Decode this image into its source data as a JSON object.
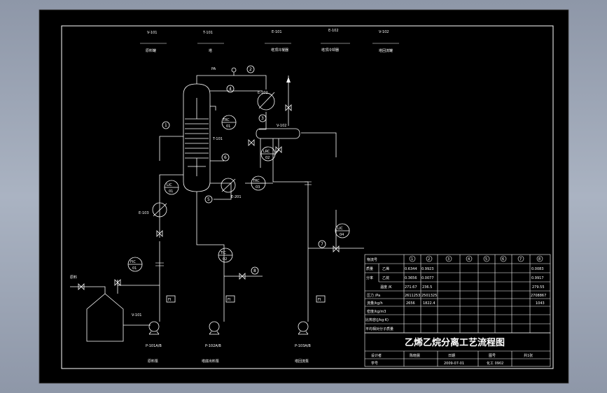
{
  "legend": [
    {
      "tag": "V-101",
      "name": "原料罐"
    },
    {
      "tag": "T-101",
      "name": "塔"
    },
    {
      "tag": "E-101",
      "name": "塔顶冷凝器"
    },
    {
      "tag": "E-102",
      "name": "塔顶冷却器"
    },
    {
      "tag": "V-102",
      "name": "塔回流罐"
    }
  ],
  "labels": {
    "pa": "PA",
    "feed": "原料",
    "tower": "T-101",
    "cond": "E-101",
    "reb": "E-201",
    "e102": "E-102",
    "e103": "E-103",
    "drum": "V-102",
    "tank": "V-101"
  },
  "instruments": [
    {
      "tag": "TRC",
      "num": "01"
    },
    {
      "tag": "LIC",
      "num": "01"
    },
    {
      "tag": "LRC",
      "num": "02"
    },
    {
      "tag": "FIC",
      "num": "01"
    },
    {
      "tag": "TIC",
      "num": "02"
    },
    {
      "tag": "TRC",
      "num": "03"
    },
    {
      "tag": "LIC",
      "num": "04"
    }
  ],
  "fi": "FI",
  "streams": [
    "1",
    "2",
    "3",
    "4",
    "5",
    "6",
    "7",
    "8"
  ],
  "pumps": [
    {
      "tag": "P-101A/B",
      "name": "原料泵"
    },
    {
      "tag": "P-102A/B",
      "name": "塔底出料泵"
    },
    {
      "tag": "P-103A/B",
      "name": "塔回流泵"
    }
  ],
  "table": {
    "header": [
      "物流号",
      "1",
      "2",
      "3",
      "4",
      "5",
      "6",
      "7",
      "8"
    ],
    "rows": [
      [
        "质量",
        "乙烯",
        "0.6344",
        "0.9923",
        "",
        "",
        "",
        "",
        "",
        "0.0083"
      ],
      [
        "分率",
        "乙烷",
        "0.3656",
        "0.0077",
        "",
        "",
        "",
        "",
        "",
        "0.9917"
      ],
      [
        "",
        "温度 /K",
        "271.67",
        "236.5",
        "",
        "",
        "",
        "",
        "",
        "279.55"
      ],
      [
        "",
        "压力 /Pa",
        "2611253",
        "2501325",
        "",
        "",
        "",
        "",
        "",
        "2708867"
      ],
      [
        "",
        "流量/kg/h",
        "2656",
        "1822.4",
        "",
        "",
        "",
        "",
        "",
        "1043"
      ],
      [
        "",
        "密度/kg/m3",
        "",
        "",
        "",
        "",
        "",
        "",
        "",
        "",
        ""
      ],
      [
        "",
        "比热容(J/kg·K)",
        "",
        "",
        "",
        "",
        "",
        "",
        "",
        "",
        ""
      ],
      [
        "",
        "平均相对分子质量",
        "",
        "",
        "",
        "",
        "",
        "",
        "",
        "",
        ""
      ]
    ]
  },
  "title": "乙烯乙烷分离工艺流程图",
  "titleblock": {
    "r1": [
      "设计者",
      "陈晓晨",
      "日期",
      "",
      "图号",
      "",
      "共1张"
    ],
    "r2": [
      "学号",
      "",
      "2009-07-01",
      "",
      "化工 0902",
      ""
    ]
  }
}
